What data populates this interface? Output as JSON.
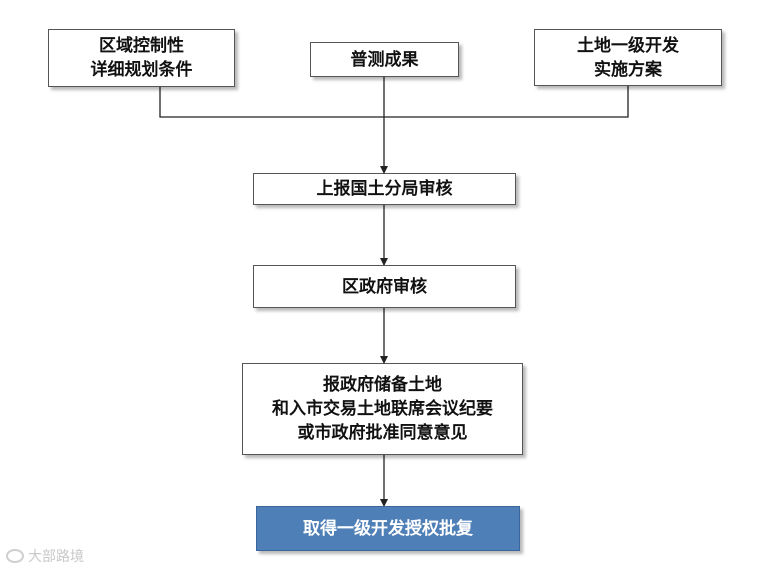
{
  "nodes": {
    "zoning": {
      "lines": [
        "区域控制性",
        "详细规划条件"
      ]
    },
    "survey": {
      "lines": [
        "普测成果"
      ]
    },
    "plan": {
      "lines": [
        "土地一级开发",
        "实施方案"
      ]
    },
    "bureau_review": {
      "lines": [
        "上报国土分局审核"
      ]
    },
    "district_review": {
      "lines": [
        "区政府审核"
      ]
    },
    "approval_request": {
      "lines": [
        "报政府储备土地",
        "和入市交易土地联席会议纪要",
        "或市政府批准同意意见"
      ]
    },
    "final": {
      "lines": [
        "取得一级开发授权批复"
      ]
    }
  },
  "colors": {
    "final_fill": "#4f7fb7",
    "border": "#555555",
    "text": "#111111"
  },
  "watermark": {
    "text": "大部路境"
  }
}
